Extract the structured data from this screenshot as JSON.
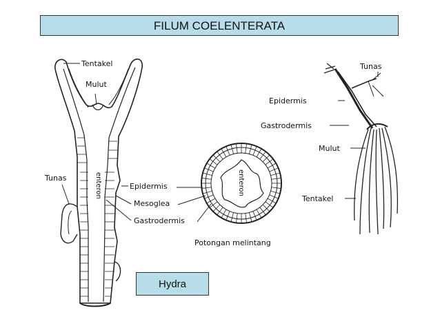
{
  "title": "FILUM COELENTERATA",
  "caption": "Hydra",
  "labels": {
    "tentakel": "Tentakel",
    "mulut": "Mulut",
    "tunas": "Tunas",
    "enteron": "enteron",
    "epidermis": "Epidermis",
    "mesoglea": "Mesoglea",
    "gastrodermis": "Gastrodermis",
    "potongan": "Potongan melintang",
    "enteron_cs": "enteron",
    "tunas_r": "Tunas",
    "epidermis_r": "Epidermis",
    "gastrodermis_r": "Gastrodermis",
    "mulut_r": "Mulut",
    "tentakel_r": "Tentakel"
  }
}
